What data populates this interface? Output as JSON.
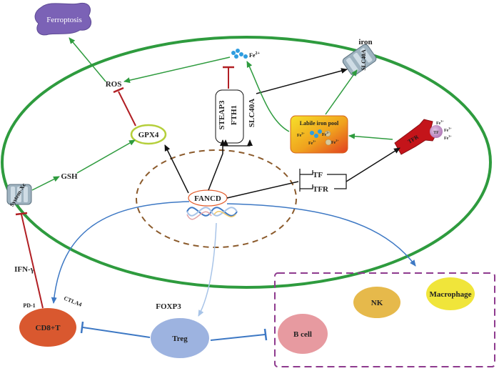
{
  "labels": {
    "ferroptosis": "Ferroptosis",
    "ros": "ROS",
    "gpx4": "GPX4",
    "gsh": "GSH",
    "system_xc": "System-Xc",
    "fe2": "Fe",
    "fe2_sup": "2+",
    "steap3": "STEAP3",
    "fth1": "FTH1",
    "slc40a_inner": "SLC40A",
    "slc40a_membrane": "SLC40A",
    "iron": "iron",
    "labile_iron_pool": "Labile iron pool",
    "fe_pool_1": "Fe",
    "fe_pool_2": "Fe",
    "fe_pool_3": "Fe",
    "fe_pool_4": "Fe",
    "fe_pool_sup": "2+",
    "tfr1": "TFR",
    "tf_ball": "TF",
    "fe3": "Fe",
    "fe3_sup": "3+",
    "tf": "TF",
    "tfr": "TFR",
    "fancd": "FANCD",
    "ifn": "IFN-γ",
    "pd1": "PD-1",
    "ctla4": "CTLA4",
    "cd8t": "CD8+T",
    "foxp3": "FOXP3",
    "treg": "Treg",
    "nk": "NK",
    "macrophage": "Macrophage",
    "bcell": "B  cell"
  },
  "colors": {
    "green": "#2e9b3e",
    "darkred": "#b11f24",
    "black": "#111111",
    "blue": "#3d78c4",
    "lightblue": "#a8c4e8",
    "cell_membrane": "#2e9b3e",
    "nucleus": "#8b5a2b",
    "immune_box": "#8e3a8e",
    "ferroptosis_fill": "#7b62b6",
    "cd8_fill": "#d9582f",
    "treg_fill": "#9db3e0",
    "nk_fill": "#e6b94b",
    "macrophage_fill": "#f0e53a",
    "bcell_fill": "#e79aa0",
    "gpx4_ring": "#b5cf3b",
    "fe2_dots": "#2f9de0",
    "tfr1_fill": "#c4141a",
    "tf_ball_fill": "#c49ac8"
  }
}
